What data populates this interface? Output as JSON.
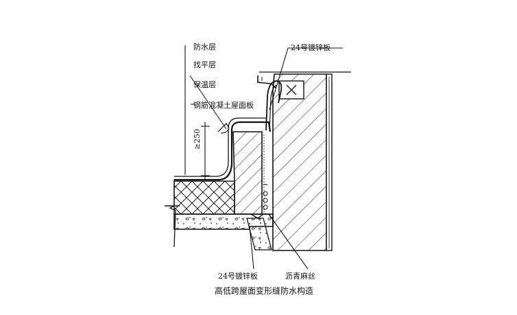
{
  "layer_labels": {
    "waterproof": "防水层",
    "leveling": "找平层",
    "insulation": "保温层",
    "slab": "钢筋混凝土屋面板"
  },
  "callouts": {
    "sheet_top": "24号镀锌板",
    "sheet_bottom": "24号镀锌板",
    "asphalt_hemp": "沥青麻丝"
  },
  "dimension": "≥250",
  "caption": "高低跨屋面变形缝防水构造"
}
